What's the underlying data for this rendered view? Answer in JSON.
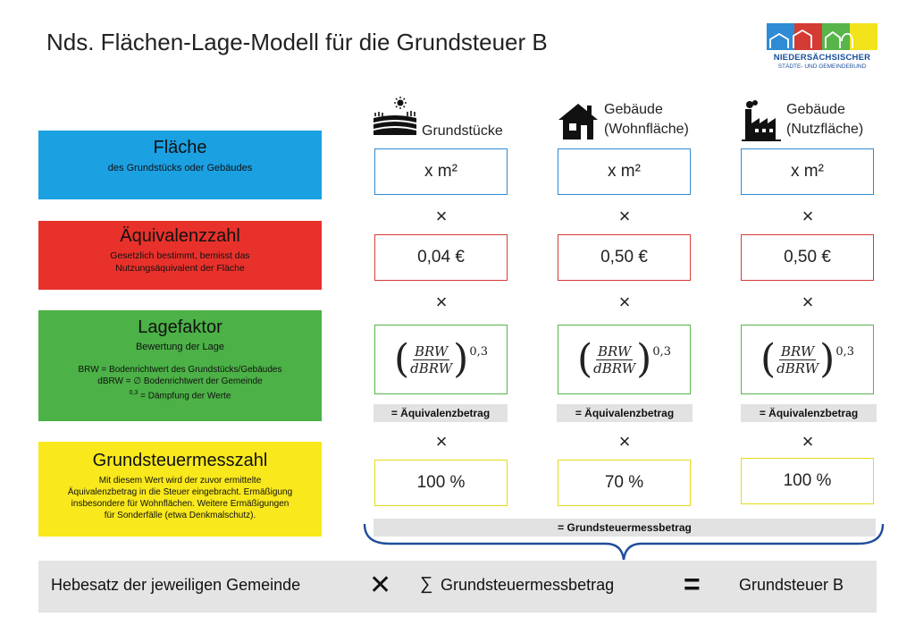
{
  "title": "Nds. Flächen-Lage-Modell für die Grundsteuer B",
  "logo": {
    "line1": "NIEDERSÄCHSISCHER",
    "line2": "STÄDTE- UND GEMEINDEBUND",
    "colors": [
      "#2f8bd3",
      "#d43b35",
      "#58b54a",
      "#f2e31a"
    ]
  },
  "rows": {
    "flaeche": {
      "heading": "Fläche",
      "sub": "des Grundstücks oder Gebäudes",
      "color": "#1ba0e2"
    },
    "aequivalenzzahl": {
      "heading": "Äquivalenzzahl",
      "sub1": "Gesetzlich bestimmt, bemisst das",
      "sub2": "Nutzungsäquivalent der Fläche",
      "color": "#e8312b"
    },
    "lagefaktor": {
      "heading": "Lagefaktor",
      "sub": "Bewertung der Lage",
      "note1": "BRW = Bodenrichtwert des Grundstücks/Gebäudes",
      "note2": "dBRW = ∅ Bodenrichtwert der Gemeinde",
      "note3_sup": "0,3",
      "note3": " = Dämpfung der Werte",
      "color": "#4cb147"
    },
    "messzahl": {
      "heading": "Grundsteuermesszahl",
      "sub1": "Mit diesem Wert wird der zuvor ermittelte",
      "sub2": "Äquivalenzbetrag in die Steuer eingebracht. Ermäßigung",
      "sub3": "insbesondere für Wohnflächen. Weitere Ermäßigungen",
      "sub4": "für Sonderfälle (etwa Denkmalschutz).",
      "color": "#f8e81c"
    }
  },
  "columns": [
    {
      "label1": "Grundstücke",
      "label2": "",
      "icon": "field-sun-icon",
      "area": "x m²",
      "equiv": "0,04 €",
      "messzahl": "100 %"
    },
    {
      "label1": "Gebäude",
      "label2": "(Wohnfläche)",
      "icon": "house-icon",
      "area": "x m²",
      "equiv": "0,50 €",
      "messzahl": "70 %"
    },
    {
      "label1": "Gebäude",
      "label2": "(Nutzfläche)",
      "icon": "factory-icon",
      "area": "x m²",
      "equiv": "0,50 €",
      "messzahl": "100 %"
    }
  ],
  "formula": {
    "numerator": "BRW",
    "denominator": "dBRW",
    "exponent": "0,3"
  },
  "times_symbol": "×",
  "aequivalenzbetrag_label": "= Äquivalenzbetrag",
  "messbetrag_label": "= Grundsteuermessbetrag",
  "bottom": {
    "hebesatz": "Hebesatz der jeweiligen Gemeinde",
    "times": "✕",
    "sum_symbol": "∑",
    "sum_label": "Grundsteuermessbetrag",
    "equals": "=",
    "result": "Grundsteuer B"
  }
}
